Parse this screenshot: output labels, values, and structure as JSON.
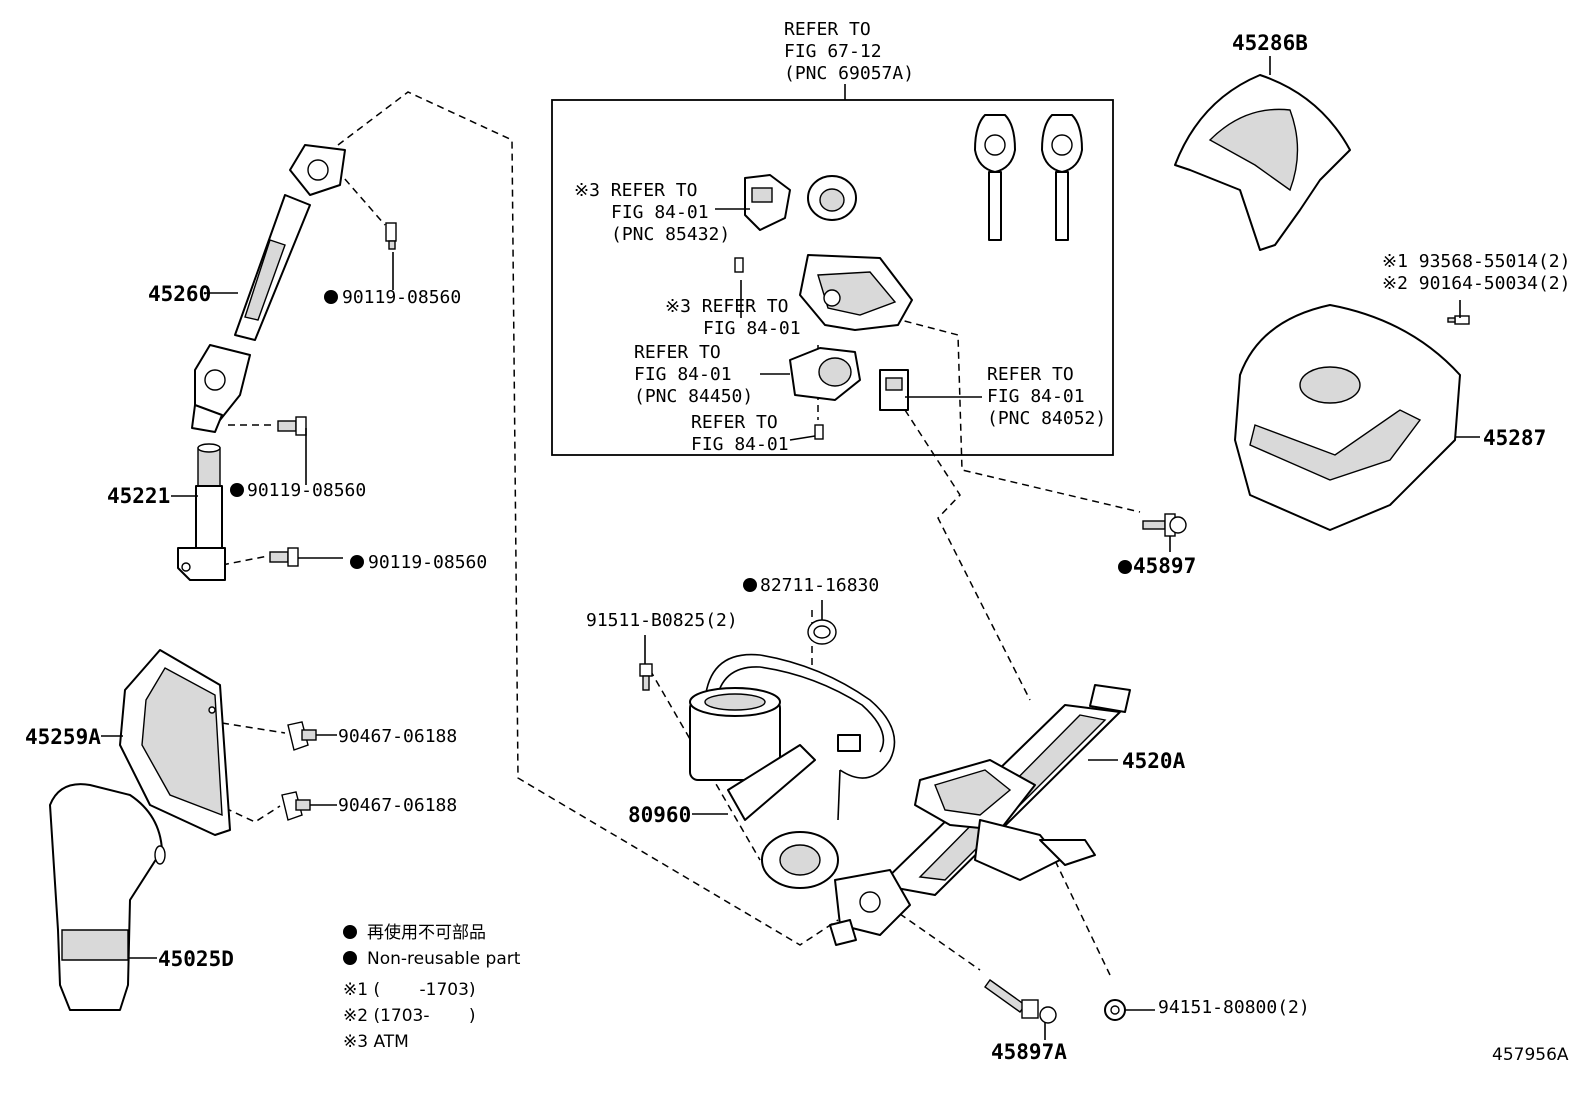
{
  "labels": {
    "p45260": "45260",
    "p45221": "45221",
    "p45259A": "45259A",
    "p45025D": "45025D",
    "p45286B": "45286B",
    "p45287": "45287",
    "p45897": "45897",
    "p4520A": "4520A",
    "p80960": "80960",
    "p45897A": "45897A",
    "bolt1": "90119-08560",
    "bolt2": "90119-08560",
    "bolt3": "90119-08560",
    "clip1": "90467-06188",
    "clip2": "90467-06188",
    "clamp": "82711-16830",
    "bolt_91511": "91511-B0825(2)",
    "nut_94151": "94151-80800(2)",
    "screw1": "※1 93568-55014(2)",
    "screw2": "※2 90164-50034(2)",
    "diagram_id": "457956A"
  },
  "refs": {
    "top": [
      "REFER TO",
      "FIG 67-12",
      "(PNC 69057A)"
    ],
    "r85432": [
      "※3 REFER TO",
      "FIG 84-01",
      "(PNC 85432)"
    ],
    "r_atm": [
      "※3 REFER TO",
      "FIG 84-01"
    ],
    "r84450": [
      "REFER TO",
      "FIG 84-01",
      "(PNC 84450)"
    ],
    "r_screw": [
      "REFER TO",
      "FIG 84-01"
    ],
    "r84052": [
      "REFER TO",
      "FIG 84-01",
      "(PNC 84052)"
    ]
  },
  "legend": {
    "nonreusable_jp": "再使用不可部品",
    "nonreusable_en": "Non-reusable part",
    "note1": "※1 (　　 -1703)",
    "note2": "※2 (1703-　　 )",
    "note3": "※3 ATM"
  }
}
